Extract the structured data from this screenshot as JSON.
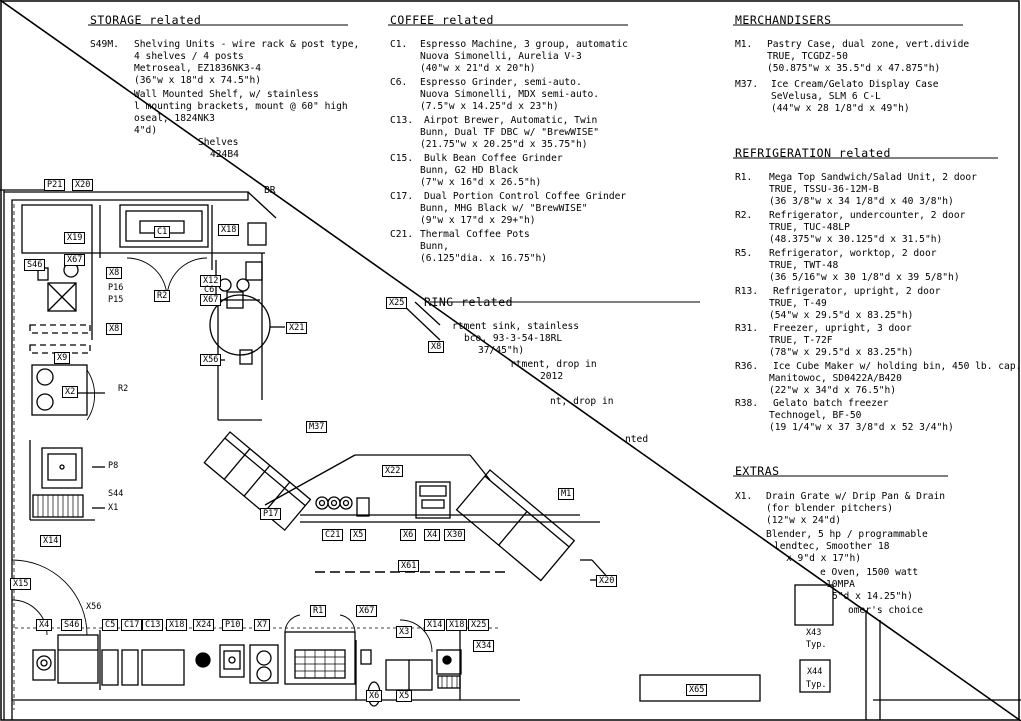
{
  "storage": {
    "title": "STORAGE related",
    "items": [
      {
        "code": "S49M.",
        "lines": [
          "Shelving Units - wire rack & post type,",
          "4 shelves / 4 posts",
          "Metroseal, EZ1836NK3-4",
          "(36\"w x 18\"d x 74.5\"h)"
        ]
      },
      {
        "code": "",
        "lines": [
          "Wall Mounted Shelf, w/ stainless",
          "l mounting brackets, mount @ 60\" high",
          "oseal, 1824NK3",
          "4\"d)"
        ]
      },
      {
        "code": "",
        "lines": [
          "Shelves",
          "424B4"
        ]
      },
      {
        "code": "",
        "lines": [
          "BR"
        ]
      }
    ]
  },
  "coffee": {
    "title": "COFFEE related",
    "items": [
      {
        "code": "C1.",
        "lines": [
          "Espresso Machine, 3 group, automatic",
          "Nuova Simonelli, Aurelia V-3",
          "(40\"w x 21\"d x 20\"h)"
        ]
      },
      {
        "code": "C6.",
        "lines": [
          "Espresso Grinder, semi-auto.",
          "Nuova Simonelli, MDX semi-auto.",
          "(7.5\"w x 14.25\"d x 23\"h)"
        ]
      },
      {
        "code": "C13.",
        "lines": [
          "Airpot Brewer, Automatic, Twin",
          "Bunn, Dual TF DBC w/ \"BrewWISE\"",
          "(21.75\"w x 20.25\"d x 35.75\"h)"
        ]
      },
      {
        "code": "C15.",
        "lines": [
          "Bulk Bean Coffee Grinder",
          "Bunn, G2 HD Black",
          "(7\"w x 16\"d x 26.5\"h)"
        ]
      },
      {
        "code": "C17.",
        "lines": [
          "Dual Portion Control Coffee Grinder",
          "Bunn, MHG Black w/ \"BrewWISE\"",
          "(9\"w x 17\"d x 29+\"h)"
        ]
      },
      {
        "code": "C21.",
        "lines": [
          "Thermal Coffee Pots",
          "Bunn,",
          "(6.125\"dia. x 16.75\"h)"
        ]
      }
    ]
  },
  "plumbing": {
    "title": "RING related",
    "items": [
      {
        "lines": [
          "rtment sink, stainless",
          "bco, 93-3-54-18RL",
          "37/45\"h)"
        ]
      },
      {
        "lines": [
          "rtment, drop in",
          "2012"
        ]
      },
      {
        "lines": [
          "nt, drop in"
        ]
      },
      {
        "lines": [
          "nted"
        ]
      }
    ]
  },
  "merchandisers": {
    "title": "MERCHANDISERS",
    "items": [
      {
        "code": "M1.",
        "lines": [
          "Pastry Case, dual zone, vert.divide",
          "TRUE, TCGDZ-50",
          "(50.875\"w x 35.5\"d x 47.875\"h)"
        ]
      },
      {
        "code": "M37.",
        "lines": [
          "Ice Cream/Gelato Display Case",
          "SeVelusa, SLM 6 C-L",
          "(44\"w x 28 1/8\"d x 49\"h)"
        ]
      }
    ]
  },
  "refrigeration": {
    "title": "REFRIGERATION related",
    "items": [
      {
        "code": "R1.",
        "lines": [
          "Mega Top Sandwich/Salad Unit, 2 door",
          "TRUE, TSSU-36-12M-B",
          "(36 3/8\"w x 34 1/8\"d x 40 3/8\"h)"
        ]
      },
      {
        "code": "R2.",
        "lines": [
          "Refrigerator, undercounter, 2 door",
          "TRUE, TUC-48LP",
          "(48.375\"w x 30.125\"d x 31.5\"h)"
        ]
      },
      {
        "code": "R5.",
        "lines": [
          "Refrigerator, worktop, 2 door",
          "TRUE, TWT-48",
          "(36 5/16\"w x 30 1/8\"d x 39 5/8\"h)"
        ]
      },
      {
        "code": "R13.",
        "lines": [
          "Refrigerator, upright, 2 door",
          "TRUE, T-49",
          "(54\"w x 29.5\"d x 83.25\"h)"
        ]
      },
      {
        "code": "R31.",
        "lines": [
          "Freezer, upright, 3 door",
          "TRUE, T-72F",
          "(78\"w x 29.5\"d x 83.25\"h)"
        ]
      },
      {
        "code": "R36.",
        "lines": [
          "Ice Cube Maker w/ holding bin, 450 lb. cap.",
          "Manitowoc, SD0422A/B420",
          "(22\"w x 34\"d x 76.5\"h)"
        ]
      },
      {
        "code": "R38.",
        "lines": [
          "Gelato batch freezer",
          "Technogel, BF-50",
          "(19 1/4\"w x 37 3/8\"d x 52 3/4\"h)"
        ]
      }
    ]
  },
  "extras": {
    "title": "EXTRAS",
    "items": [
      {
        "code": "X1.",
        "lines": [
          "Drain Grate w/ Drip Pan & Drain",
          "(for blender pitchers)",
          "(12\"w x 24\"d)"
        ]
      },
      {
        "code": "",
        "lines": [
          "Blender, 5 hp / programmable",
          "lendtec, Smoother 18",
          "x 9\"d x 17\"h)"
        ]
      },
      {
        "code": "",
        "lines": [
          "e Oven, 1500 watt",
          "10MPA",
          "5\"d x 14.25\"h)"
        ]
      },
      {
        "code": "",
        "lines": [
          "omer's choice"
        ]
      }
    ]
  },
  "tags": {
    "P21": "P21",
    "X20": "X20",
    "X19": "X19",
    "C1": "C1",
    "X18": "X18",
    "S46": "S46",
    "X67": "X67",
    "X8": "X8",
    "P16": "P16",
    "P15": "P15",
    "R2": "R2",
    "X12": "X12",
    "C6": "C6",
    "X67b": "X67",
    "X21": "X21",
    "X56": "X56",
    "X9": "X9",
    "X2": "X2",
    "P8": "P8",
    "S44": "S44",
    "X1": "X1",
    "X14": "X14",
    "X15": "X15",
    "M37": "M37",
    "P17": "P17",
    "X22": "X22",
    "C21": "C21",
    "X5": "X5",
    "X6": "X6",
    "X4": "X4",
    "X30": "X30",
    "M1": "M1",
    "X61": "X61",
    "X20b": "X20",
    "X25": "X25",
    "X8b": "X8",
    "X56b": "X56",
    "X4b": "X4",
    "S46b": "S46",
    "C5": "C5",
    "C17": "C17",
    "C13": "C13",
    "X18b": "X18",
    "X24": "X24",
    "P10": "P10",
    "X7": "X7",
    "R1": "R1",
    "X67c": "X67",
    "X3": "X3",
    "X14b": "X14",
    "X18c": "X18",
    "X25b": "X25",
    "X34": "X34",
    "X6b": "X6",
    "X5b": "X5",
    "X65": "X65",
    "X43": "X43",
    "X44": "X44",
    "typ": "Typ."
  }
}
